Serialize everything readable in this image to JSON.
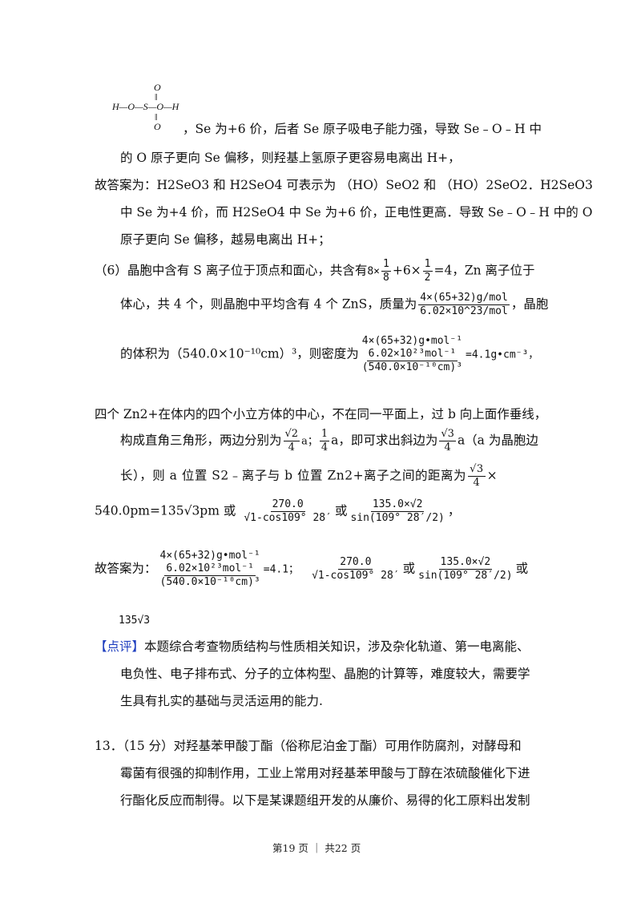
{
  "struct": {
    "o_top": "O",
    "double_top": "‖",
    "main": "H—O—S—O—H",
    "double_bot": "‖",
    "o_bot": "O"
  },
  "p1": {
    "l1": "，Se 为+6 价，后者 Se 原子吸电子能力强，导致 Se﹣O﹣H 中",
    "l2": "的 O 原子更向 Se 偏移，则羟基上氢原子更容易电离出 H+，"
  },
  "ans1": {
    "l1": "故答案为：H2SeO3 和 H2SeO4 可表示为 （HO）SeO2 和 （HO）2SeO2．H2SeO3",
    "l2": "中 Se 为+4 价，而 H2SeO4 中 Se 为+6 价，正电性更高．导致 Se﹣O﹣H 中的 O",
    "l3": "原子更向 Se 偏移，越易电离出 H+；"
  },
  "p6": {
    "l1_pre": "（6）晶胞中含有 S 离子位于顶点和面心，共含有",
    "l1_a": "8×",
    "l1_f1n": "1",
    "l1_f1d": "8",
    "l1_b": "+6×",
    "l1_f2n": "1",
    "l1_f2d": "2",
    "l1_post": "=4，Zn 离子位于",
    "l2_pre": "体心，共 4 个，则晶胞中平均含有 4 个 ZnS，质量为",
    "l2_fn": "4×(65+32)g/mol",
    "l2_fd": "6.02×10^23/mol",
    "l2_post": "，晶胞",
    "l3_pre": "的体积为（540.0×10⁻¹⁰cm）³，则密度为",
    "l3_fn1": "4×(65+32)g•mol⁻¹",
    "l3_fn2": "6.02×10²³mol⁻¹",
    "l3_fd": "(540.0×10⁻¹⁰cm)³",
    "l3_post": "=4.1g•cm⁻³，",
    "l4": "四个 Zn2+在体内的四个小立方体的中心，不在同一平面上，过 b 向上面作垂线，",
    "l5_pre": "构成直角三角形，两边分别为",
    "l5_f1n": "√2",
    "l5_f1d": "4",
    "l5_a": "a；",
    "l5_f2n": "1",
    "l5_f2d": "4",
    "l5_b": "a，即可求出斜边为",
    "l5_f3n": "√3",
    "l5_f3d": "4",
    "l5_post": "a（a 为晶胞边",
    "l6_pre": "长），则 a 位置 S2﹣离子与 b 位置 Zn2+离子之间的距离为",
    "l6_fn": "√3",
    "l6_fd": "4",
    "l6_post": "×",
    "l7_pre": "540.0pm=135√3pm 或",
    "l7_f1n": "270.0",
    "l7_f1d": "√1-cos109° 28′",
    "l7_or": "或",
    "l7_f2n": "135.0×√2",
    "l7_f2d": "sin(109° 28′/2)",
    "l7_post": "，"
  },
  "ans2": {
    "label": "故答案为：",
    "fn1": "4×(65+32)g•mol⁻¹",
    "fn2": "6.02×10²³mol⁻¹",
    "fd": "(540.0×10⁻¹⁰cm)³",
    "eq": "=4.1；",
    "f2n": "270.0",
    "f2d": "√1-cos109° 28′",
    "or1": "或",
    "f3n": "135.0×√2",
    "f3d": "sin(109° 28′/2)",
    "or2": "或",
    "last": "135√3"
  },
  "review": {
    "tag": "【点评】",
    "l1": "本题综合考查物质结构与性质相关知识，涉及杂化轨道、第一电离能、",
    "l2": "电负性、电子排布式、分子的立体构型、晶胞的计算等，难度较大，需要学",
    "l3": "生具有扎实的基础与灵活运用的能力."
  },
  "q13": {
    "l1": "13．（15 分）对羟基苯甲酸丁酯（俗称尼泊金丁酯）可用作防腐剂，对酵母和",
    "l2": "霉菌有很强的抑制作用，工业上常用对羟基苯甲酸与丁醇在浓硫酸催化下进",
    "l3": "行酯化反应而制得。以下是某课题组开发的从廉价、易得的化工原料出发制"
  },
  "footer": {
    "text": "第19 页 ｜ 共22 页"
  },
  "colors": {
    "accent": "#1f3fbf"
  }
}
